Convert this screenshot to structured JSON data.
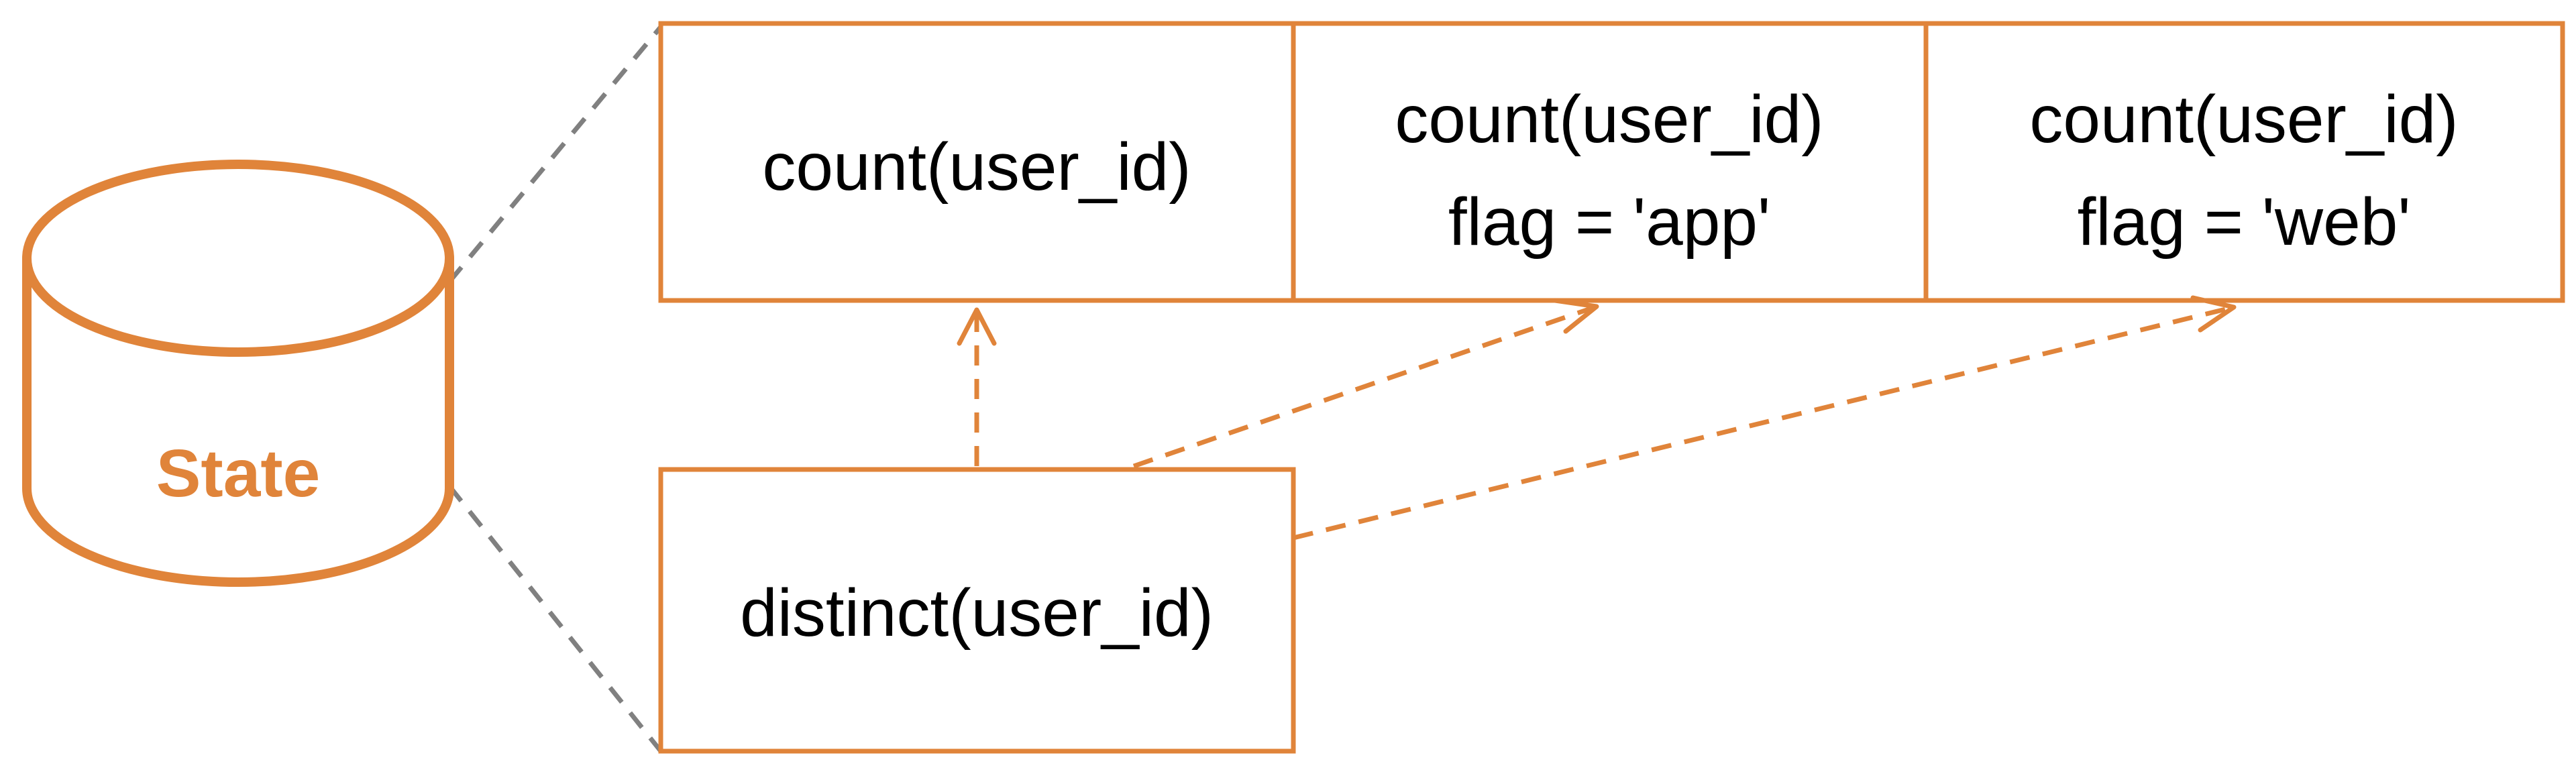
{
  "colors": {
    "accent": "#E0843A",
    "connector": "#808080",
    "text": "#000000",
    "background": "#FFFFFF"
  },
  "state": {
    "label": "State",
    "icon": "database-cylinder-icon"
  },
  "top_row": {
    "cells": [
      {
        "lines": [
          "count(user_id)"
        ]
      },
      {
        "lines": [
          "count(user_id)",
          "flag = 'app'"
        ]
      },
      {
        "lines": [
          "count(user_id)",
          "flag = 'web'"
        ]
      }
    ]
  },
  "bottom": {
    "label": "distinct(user_id)"
  }
}
